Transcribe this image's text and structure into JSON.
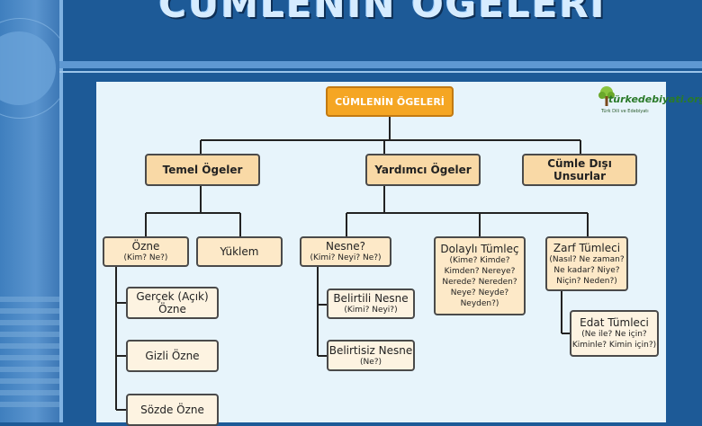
{
  "slide": {
    "title": "CÜMLENİN ÖGELERİ"
  },
  "logo": {
    "name": "türkedebiyati.org",
    "tagline": "Türk Dili ve Edebiyatı"
  },
  "diagram": {
    "root": "CÜMLENİN ÖGELERİ",
    "temel": "Temel Ögeler",
    "yardimci": "Yardımcı Ögeler",
    "cumle_disi": "Cümle Dışı Unsurlar",
    "ozne": {
      "label": "Özne",
      "q": "(Kim? Ne?)"
    },
    "yuklem": "Yüklem",
    "nesne": {
      "label": "Nesne?",
      "q": "(Kimi? Neyi? Ne?)"
    },
    "dolayli": {
      "label": "Dolaylı Tümleç",
      "q1": "(Kime? Kimde?",
      "q2": "Kimden? Nereye?",
      "q3": "Nerede? Nereden?",
      "q4": "Neye? Neyde?",
      "q5": "Neyden?)"
    },
    "zarf": {
      "label": "Zarf Tümleci",
      "q1": "(Nasıl? Ne zaman?",
      "q2": "Ne kadar? Niye?",
      "q3": "Niçin? Neden?)"
    },
    "gercek": {
      "l1": "Gerçek (Açık)",
      "l2": "Özne"
    },
    "gizli": "Gizli Özne",
    "sozde": "Sözde Özne",
    "belirtili": {
      "label": "Belirtili Nesne",
      "q": "(Kimi? Neyi?)"
    },
    "belirtisiz": {
      "label": "Belirtisiz Nesne",
      "q": "(Ne?)"
    },
    "edat": {
      "label": "Edat Tümleci",
      "q1": "(Ne ile? Ne için?",
      "q2": "Kiminle? Kimin için?)"
    }
  },
  "colors": {
    "background": "#1d5a97",
    "panel": "#e7f4fb",
    "root": "#f5a623",
    "level1": "#f9d9a6",
    "leaf": "#fde9c8"
  }
}
